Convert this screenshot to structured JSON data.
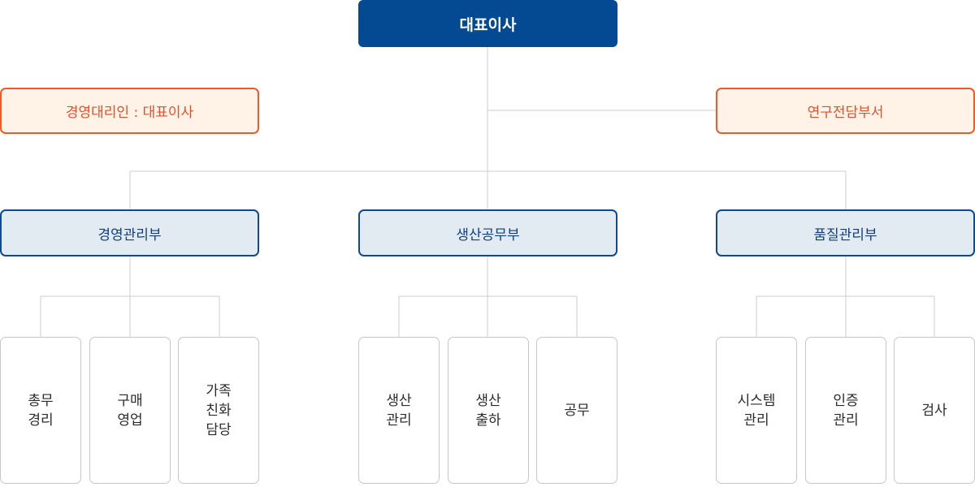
{
  "ceo": "대표이사",
  "management_agent": "경영대리인 : 대표이사",
  "research_dept": "연구전담부서",
  "departments": [
    {
      "name": "경영관리부",
      "teams": [
        [
          "총무",
          "경리"
        ],
        [
          "구매",
          "영업"
        ],
        [
          "가족",
          "친화",
          "담당"
        ]
      ]
    },
    {
      "name": "생산공무부",
      "teams": [
        [
          "생산",
          "관리"
        ],
        [
          "생산",
          "출하"
        ],
        [
          "공무"
        ]
      ]
    },
    {
      "name": "품질관리부",
      "teams": [
        [
          "시스템",
          "관리"
        ],
        [
          "인증",
          "관리"
        ],
        [
          "검사"
        ]
      ]
    }
  ],
  "colors": {
    "ceo_fill": "#034a93",
    "accent_border": "#ef5a26",
    "accent_fill": "#fff3e8",
    "dept_border": "#0f4a8f",
    "dept_fill": "#e3ebf2",
    "connector": "#cccccc"
  }
}
